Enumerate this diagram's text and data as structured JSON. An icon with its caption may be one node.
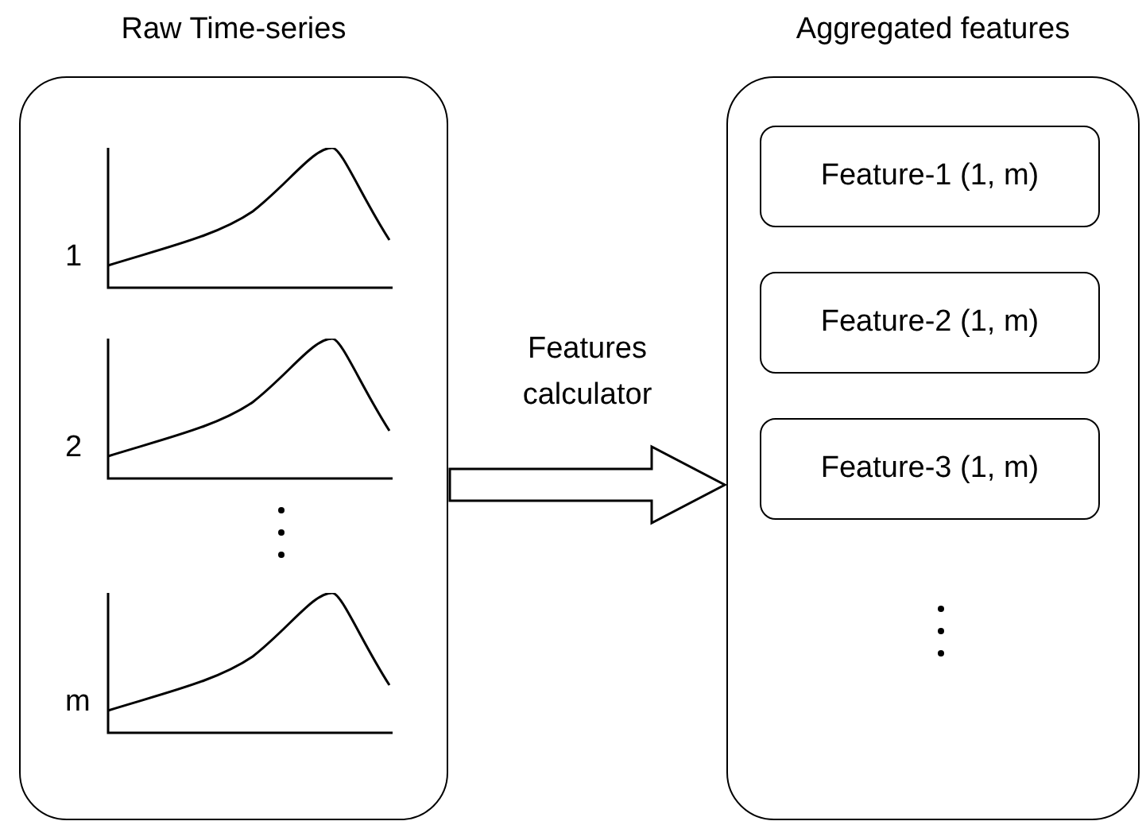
{
  "diagram": {
    "nodes": [
      {
        "text": [
          "Raw Time-series"
        ]
      },
      {
        "text": [],
        "shape": "picture",
        "in": 0,
        "beside": [
          "1"
        ]
      },
      {
        "text": [],
        "shape": "picture",
        "in": 0,
        "beside": [
          "2"
        ]
      },
      {
        "text": [],
        "shape": "picture",
        "in": 0,
        "beside": [
          "m"
        ]
      },
      {
        "text": [
          "Aggregated features"
        ]
      },
      {
        "text": [
          "Feature-1 (1, m)"
        ],
        "in": 4
      },
      {
        "text": [
          "Feature-2 (1, m)"
        ],
        "in": 4
      },
      {
        "text": [
          "Feature-3 (1, m)"
        ],
        "in": 4
      }
    ],
    "edges": [
      {
        "from": 0,
        "to": 4,
        "arrow": "to",
        "label": "Features calculator"
      }
    ]
  }
}
